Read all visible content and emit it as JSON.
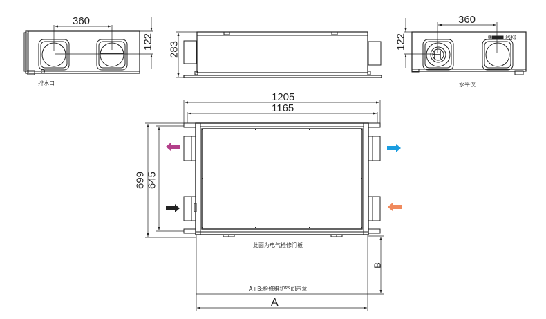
{
  "views": {
    "left_end_view": {
      "width_dim": "360",
      "height_dim": "122",
      "label": "排水口"
    },
    "side_view": {
      "height_dim": "283"
    },
    "right_end_view": {
      "width_dim": "360",
      "height_dim": "122",
      "label": "水平仪",
      "terminal_label": "线排"
    },
    "top_view": {
      "overall_width_dim": "1205",
      "inner_width_dim": "1165",
      "overall_depth_dim": "699",
      "inner_depth_dim": "645",
      "access_panel_label": "此面为电气检修门板",
      "clearance_label": "A+B:检修维护空间示意",
      "clearance_a": "A",
      "clearance_b": "B"
    }
  },
  "airflow_arrows": [
    {
      "id": "top-left",
      "direction": "left",
      "color": "#b33f8a"
    },
    {
      "id": "bottom-left",
      "direction": "right",
      "color": "#222222"
    },
    {
      "id": "top-right",
      "direction": "right",
      "color": "#1a9de0"
    },
    {
      "id": "bottom-right",
      "direction": "left",
      "color": "#f08a5d"
    }
  ],
  "colors": {
    "line": "#222222",
    "dim_line": "#444444",
    "arrow_purple": "#b33f8a",
    "arrow_black": "#222222",
    "arrow_blue": "#1a9de0",
    "arrow_orange": "#f08a5d"
  }
}
